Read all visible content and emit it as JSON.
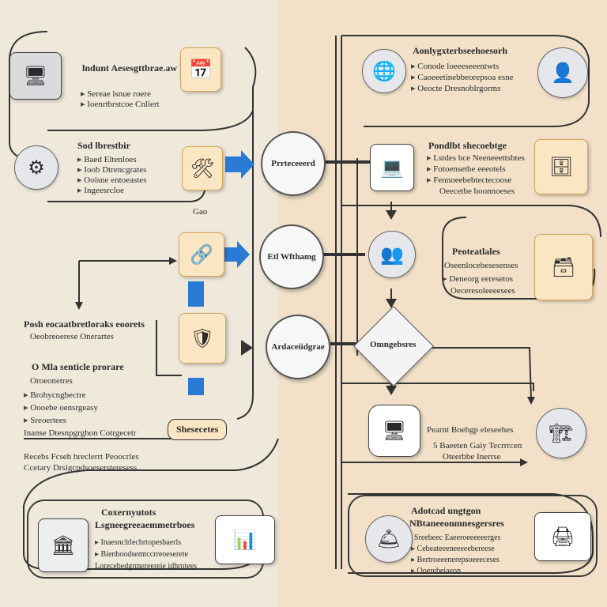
{
  "colors": {
    "left_bg": "#efe9dc",
    "right_bg": "#f2e1c8",
    "accent_blue": "#2a7bd6",
    "accent_orange": "#e9a548",
    "line": "#333333"
  },
  "left": {
    "block1": {
      "title": "lndunt Aesesgttbrae.aw P",
      "lines": [
        "Sereae lsnue roere",
        "Ioenrtbrstcoe Cnliert"
      ]
    },
    "block2": {
      "title": "Sod lbrestbir",
      "lines": [
        "Baed Eltenloes",
        "Ioob Dtrencgrates",
        "Ooisne entoeastes",
        "Ingeesrcloe"
      ]
    },
    "gap_label": "Gao",
    "block3": {
      "title": "Posh eocaatbretloraks eoorets",
      "lines": [
        "Oeobreoerese Onerartes"
      ]
    },
    "block4": {
      "title": "O Mla senticle prorare",
      "subtitle": "Oroeonetres",
      "lines": [
        "Brohycngbectre",
        "Oooebe oensrgeasy",
        "Sreoertees",
        "Inanse Dtesnpgrghon Cotrgecetr"
      ]
    },
    "speech_label": "Shesecetes",
    "block5": {
      "lines": [
        "Recebs Fcseh hreclerrt Peoocrles",
        "Ccetary Drsigcpdsoesersteresess"
      ]
    },
    "bottom_panel": {
      "title": "Coxernyutots",
      "subtitle": "Lsgneegreeaemmetrboes",
      "lines": [
        "Inaesnclrlecbrtopesbaerls",
        "Bienboodsemtccrreoeserete",
        "Lorecebedgrmereereie idhrotees"
      ]
    }
  },
  "hubs": [
    "Prrteceeerd",
    "Etl Wfthamg",
    "Ardaceiidgrae"
  ],
  "right": {
    "block1": {
      "title": "Aonlygxterbseehoesorh",
      "lines": [
        "Conode loeeeseeentwts",
        "Caoeeetinebbeorepsoa esne",
        "Oeocte Dresnoblrgorms"
      ]
    },
    "block2": {
      "title": "Pondlbt shecoebtge",
      "lines": [
        "Lstdes bce Neeneeettsbtes",
        "Fotoensetbe eeeotels",
        "Fennoeebebtectecoose",
        "Oeecetbe boonnoeses"
      ]
    },
    "block3": {
      "title": "Peoteatlales",
      "lines": [
        "Oseenlocebesesenses",
        "Deneorg eeresetos",
        "Oeceresoleeeesees"
      ]
    },
    "diamond_label": "Omngebsres",
    "block4": {
      "title": "Pearnt Boehgp eleseehes",
      "lines": [
        "5 Baeeten Gaiy Tecrrrcen",
        "Oteerbbe Inerrse"
      ]
    },
    "bottom_panel": {
      "title": "Adotcad ungtgon",
      "subtitle": "NBtaneeonmnesgersres",
      "lines": [
        "Sreebeec Eaeeroeeeeeerges",
        "Cebeateeeneeeeebereese",
        "Bertroeeenerepsoeeeceses",
        "Ooerebeiaeon"
      ]
    }
  }
}
